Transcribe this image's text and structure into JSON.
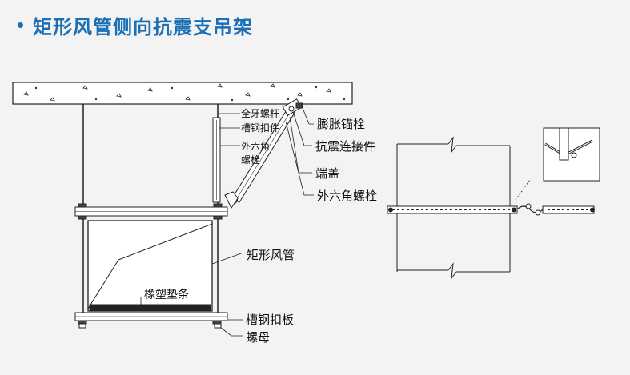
{
  "title": "矩形风管侧向抗震支吊架",
  "colors": {
    "title": "#1b6fb5",
    "bullet": "#1b6fb5",
    "line": "#222222",
    "background": "#f3f3f3"
  },
  "labels": {
    "threaded_rod": "全牙螺杆",
    "channel_nut": "槽钢扣件",
    "hex_bolt_left_1": "外六角",
    "hex_bolt_left_2": "螺栓",
    "expansion_anchor": "膨胀锚栓",
    "seismic_connector": "抗震连接件",
    "end_cap": "端盖",
    "hex_bolt_right": "外六角螺栓",
    "rect_duct": "矩形风管",
    "rubber_strip": "橡塑垫条",
    "channel_plate": "槽钢扣板",
    "nut": "螺母"
  }
}
